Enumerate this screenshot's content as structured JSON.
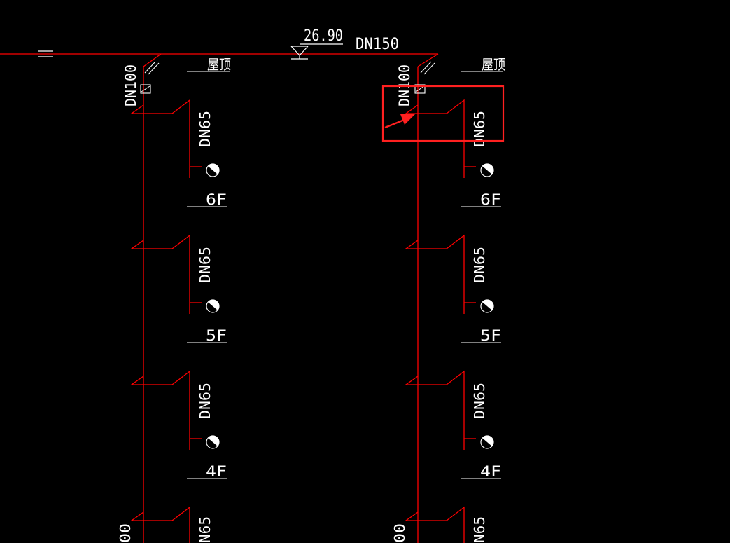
{
  "drawing": {
    "elevation_label": "26.90",
    "main_pipe_label": "DN150",
    "roof_label": "屋顶",
    "riser_size_label": "DN100",
    "riser_size_label_partial": "00",
    "branch_size_label": "DN65",
    "branch_size_label_partial": "N65",
    "floors": [
      "6F",
      "5F",
      "4F"
    ],
    "colors": {
      "background": "#000000",
      "pipe": "#ff0000",
      "text": "#ffffff",
      "highlight": "#ff2020"
    },
    "icons": {
      "hydrant": "fire-hydrant-icon",
      "elevation": "elevation-marker-icon",
      "break": "pipe-break-icon",
      "valve": "valve-icon",
      "arrow": "annotation-arrow-icon"
    }
  }
}
